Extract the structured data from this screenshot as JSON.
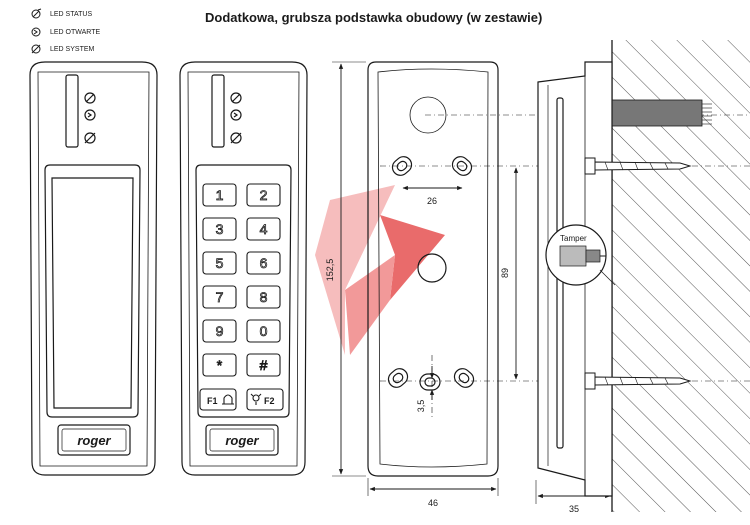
{
  "title": "Dodatkowa, grubsza podstawka obudowy (w zestawie)",
  "legend": [
    {
      "icon": "led-status-icon",
      "label": "LED STATUS"
    },
    {
      "icon": "led-open-icon",
      "label": "LED OTWARTE"
    },
    {
      "icon": "led-system-icon",
      "label": "LED SYSTEM"
    }
  ],
  "brand": "roger",
  "keypad": {
    "keys": [
      "1",
      "2",
      "3",
      "4",
      "5",
      "6",
      "7",
      "8",
      "9",
      "0",
      "*",
      "#"
    ],
    "f1": "F1",
    "f2": "F2"
  },
  "dimensions": {
    "height": "152,5",
    "width": "46",
    "hole_spacing_h": "26",
    "hole_spacing_v": "89",
    "slot": "3,5",
    "depth": "35"
  },
  "callout": "Tamper",
  "colors": {
    "line": "#1a1a1a",
    "watermark": "#e23a3a",
    "hatch": "#555555"
  }
}
